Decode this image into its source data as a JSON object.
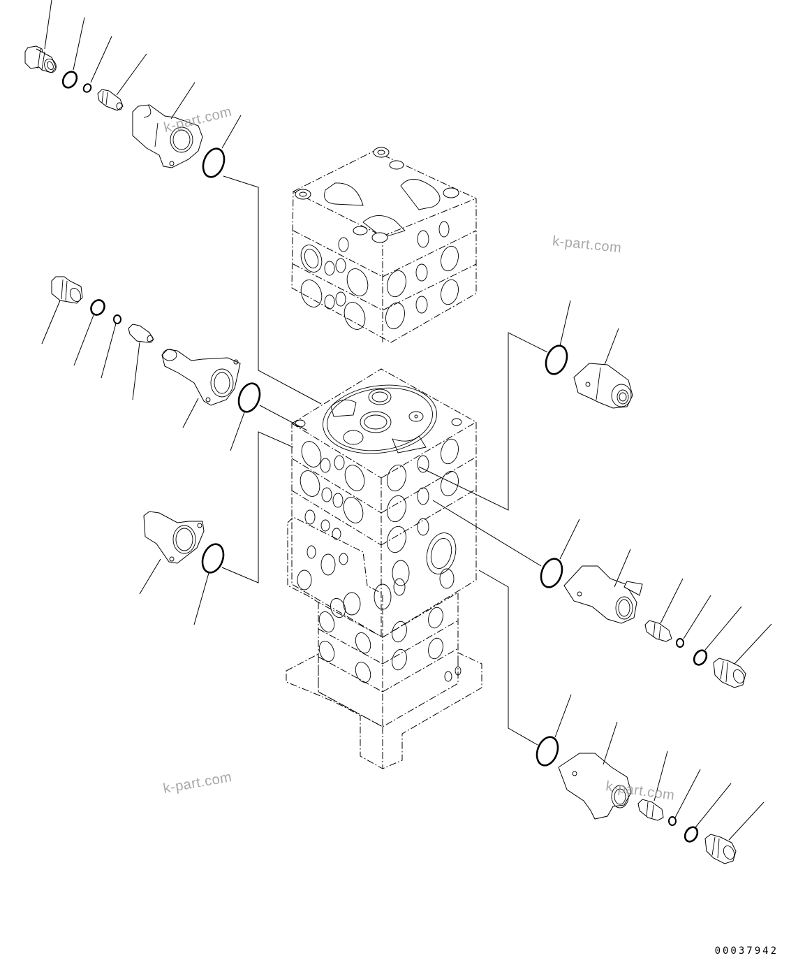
{
  "diagram": {
    "type": "exploded parts diagram",
    "subject": "hydraulic main control valve assembly with relief valve fittings",
    "drawing_number": "00037942",
    "watermarks": [
      "k-part.com",
      "k-part.com",
      "k-part.com",
      "k-part.com"
    ],
    "groups": [
      {
        "name": "upper-left-fitting-group",
        "parts": [
          "plug",
          "o-ring",
          "back-up-ring",
          "valve",
          "elbow-flange",
          "flange-o-ring"
        ]
      },
      {
        "name": "middle-left-fitting-group",
        "parts": [
          "plug",
          "o-ring",
          "back-up-ring",
          "valve",
          "elbow-flange",
          "flange-o-ring"
        ]
      },
      {
        "name": "lower-left-fitting-group",
        "parts": [
          "flange",
          "flange-o-ring"
        ]
      },
      {
        "name": "upper-right-fitting-group",
        "parts": [
          "flange-o-ring",
          "flange"
        ]
      },
      {
        "name": "middle-right-fitting-group",
        "parts": [
          "flange-o-ring",
          "elbow-flange",
          "valve",
          "back-up-ring",
          "o-ring",
          "plug"
        ]
      },
      {
        "name": "lower-right-fitting-group",
        "parts": [
          "flange-o-ring",
          "elbow-flange",
          "valve",
          "back-up-ring",
          "o-ring",
          "plug"
        ]
      }
    ],
    "assemblies": [
      "upper-valve-block",
      "main-valve-body",
      "mounting-base"
    ]
  }
}
